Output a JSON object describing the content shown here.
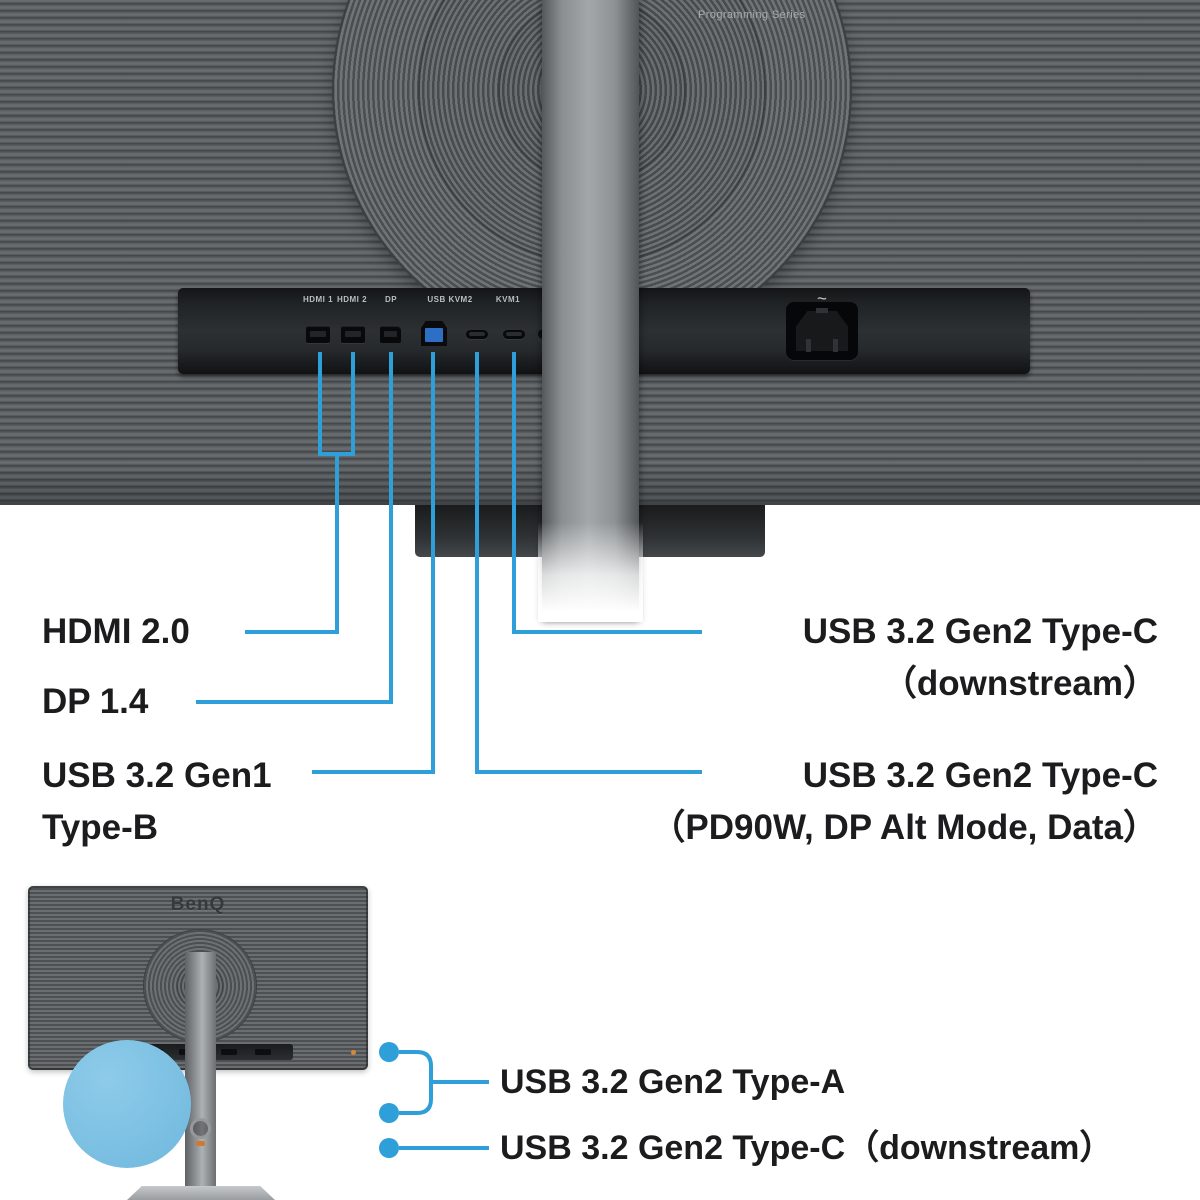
{
  "colors": {
    "accent": "#2e9fd9",
    "panel_gray": "#5c6062",
    "highlight_circle": "#7cc2e4"
  },
  "rear_view": {
    "series_label": "Programming Series",
    "port_row_labels": [
      "HDMI 1",
      "HDMI 2",
      "DP",
      "USB KVM2",
      "KVM1"
    ],
    "power_symbol": "~"
  },
  "callouts": {
    "hdmi": {
      "label": "HDMI 2.0"
    },
    "dp": {
      "label": "DP 1.4"
    },
    "usb_b": {
      "line1": "USB 3.2 Gen1",
      "line2": "Type-B"
    },
    "usb_c_downstream": {
      "line1": "USB 3.2 Gen2 Type-C",
      "line2": "（downstream）"
    },
    "usb_c_pd": {
      "line1": "USB 3.2 Gen2 Type-C",
      "line2": "（PD90W, DP Alt Mode, Data）"
    },
    "usb_a_front": {
      "label": "USB 3.2 Gen2 Type-A"
    },
    "usb_c_front": {
      "label": "USB 3.2 Gen2 Type-C（downstream）"
    }
  },
  "front_view": {
    "brand_logo": "BenQ"
  }
}
